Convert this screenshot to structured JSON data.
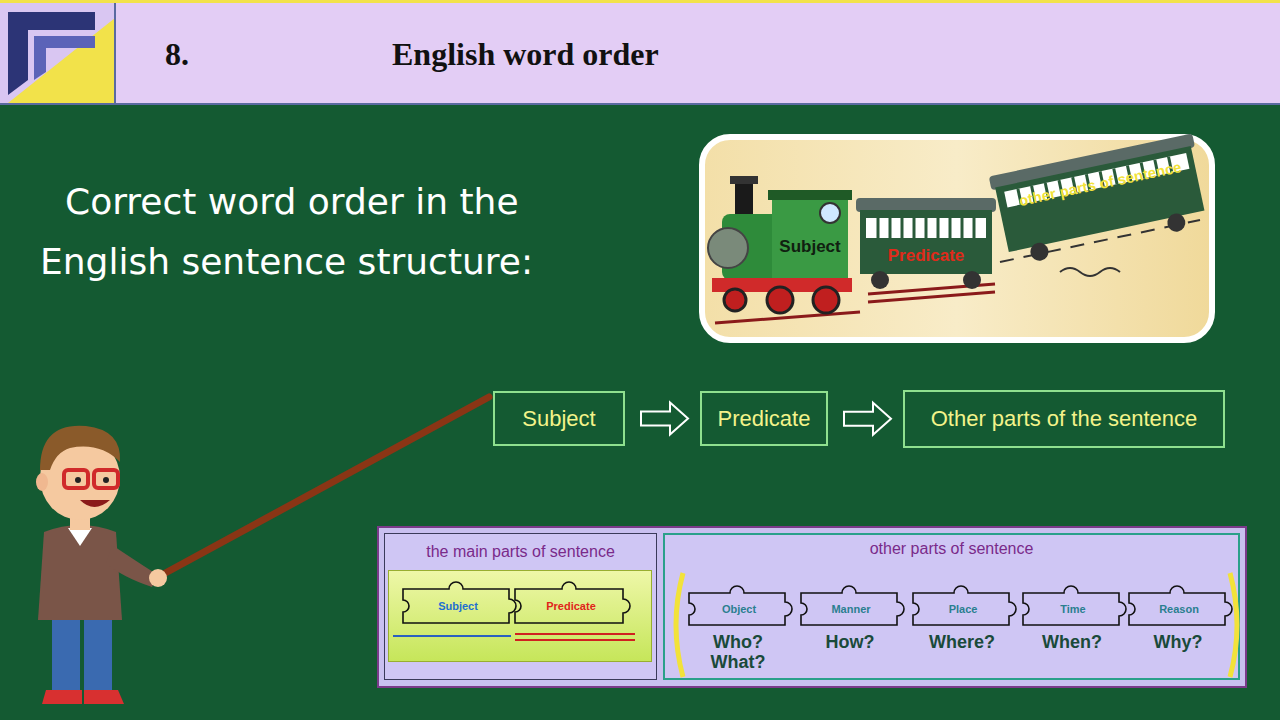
{
  "diagram": {
    "title": "English word order",
    "nodes": [
      {
        "text": [
          "Subject"
        ]
      },
      {
        "text": [
          "Predicate"
        ]
      },
      {
        "text": [
          "other parts of sentence"
        ]
      },
      {
        "text": [
          "Subject"
        ]
      },
      {
        "text": [
          "Predicate"
        ]
      },
      {
        "text": [
          "Other parts of the sentence"
        ]
      },
      {
        "text": [
          "the main parts of sentence"
        ]
      },
      {
        "text": [
          "Subject"
        ],
        "in": 6
      },
      {
        "text": [
          "Predicate"
        ],
        "in": 6
      },
      {
        "text": [
          "other parts of sentence"
        ]
      },
      {
        "text": [
          "Object",
          "Who? What?"
        ],
        "in": 9
      },
      {
        "text": [
          "Manner",
          "How?"
        ],
        "in": 9
      },
      {
        "text": [
          "Place",
          "Where?"
        ],
        "in": 9
      },
      {
        "text": [
          "Time",
          "When?"
        ],
        "in": 9
      },
      {
        "text": [
          "Reason",
          "Why?"
        ],
        "in": 9
      }
    ],
    "edges": [
      {
        "from": 3,
        "to": 4,
        "arrow": "to"
      },
      {
        "from": 4,
        "to": 5,
        "arrow": "to"
      }
    ],
    "labels": [
      "8.",
      "Correct word order in the English sentence structure:"
    ]
  }
}
